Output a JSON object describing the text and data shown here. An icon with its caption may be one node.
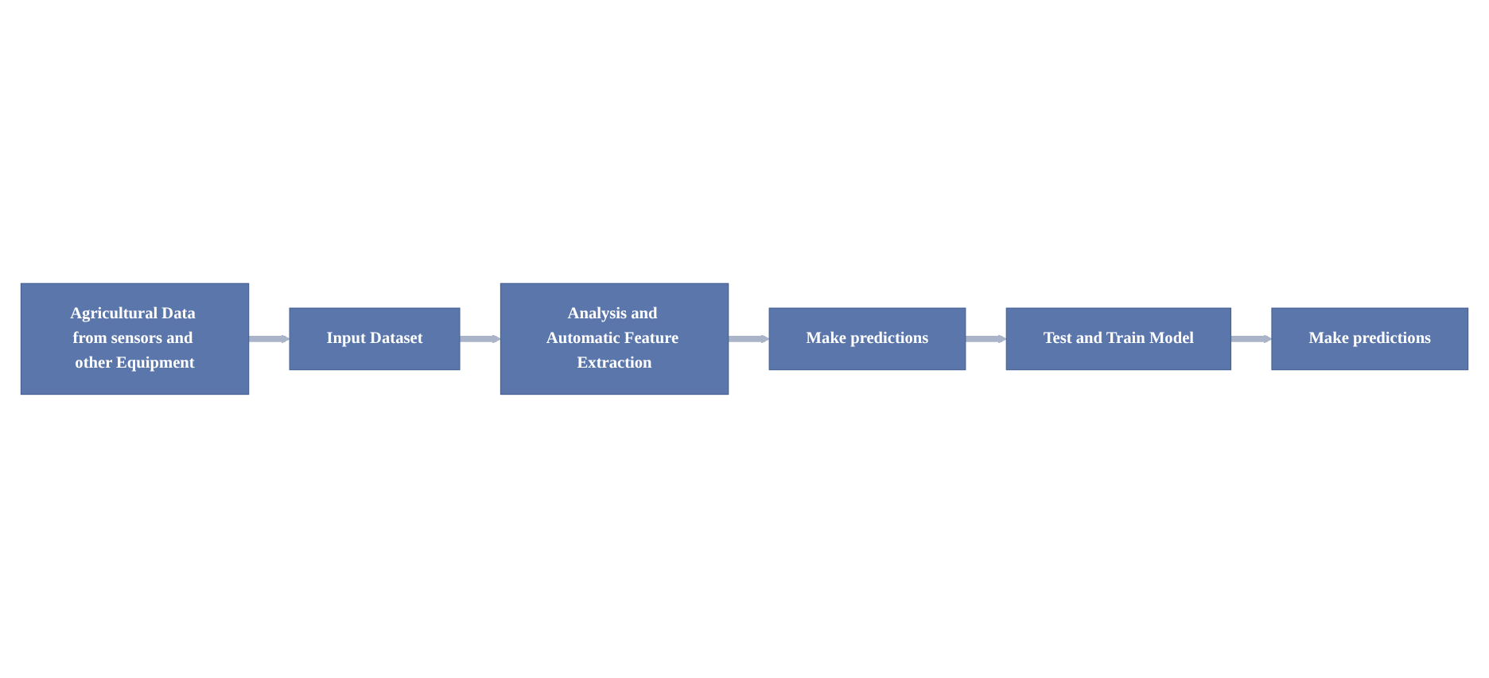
{
  "diagram": {
    "nodes": [
      {
        "text": [
          "Agricultural Data from sensors and other Equipment"
        ]
      },
      {
        "text": [
          "Input Dataset"
        ]
      },
      {
        "text": [
          "Analysis and Automatic Feature Extraction"
        ]
      },
      {
        "text": [
          "Make predictions"
        ]
      },
      {
        "text": [
          "Test and Train Model"
        ]
      },
      {
        "text": [
          "Make predictions"
        ]
      }
    ],
    "edges": [
      {
        "from": 0,
        "to": 1,
        "arrow": "to"
      },
      {
        "from": 1,
        "to": 2,
        "arrow": "to"
      },
      {
        "from": 2,
        "to": 3,
        "arrow": "to"
      },
      {
        "from": 3,
        "to": 4,
        "arrow": "to"
      },
      {
        "from": 4,
        "to": 5,
        "arrow": "to"
      }
    ]
  }
}
